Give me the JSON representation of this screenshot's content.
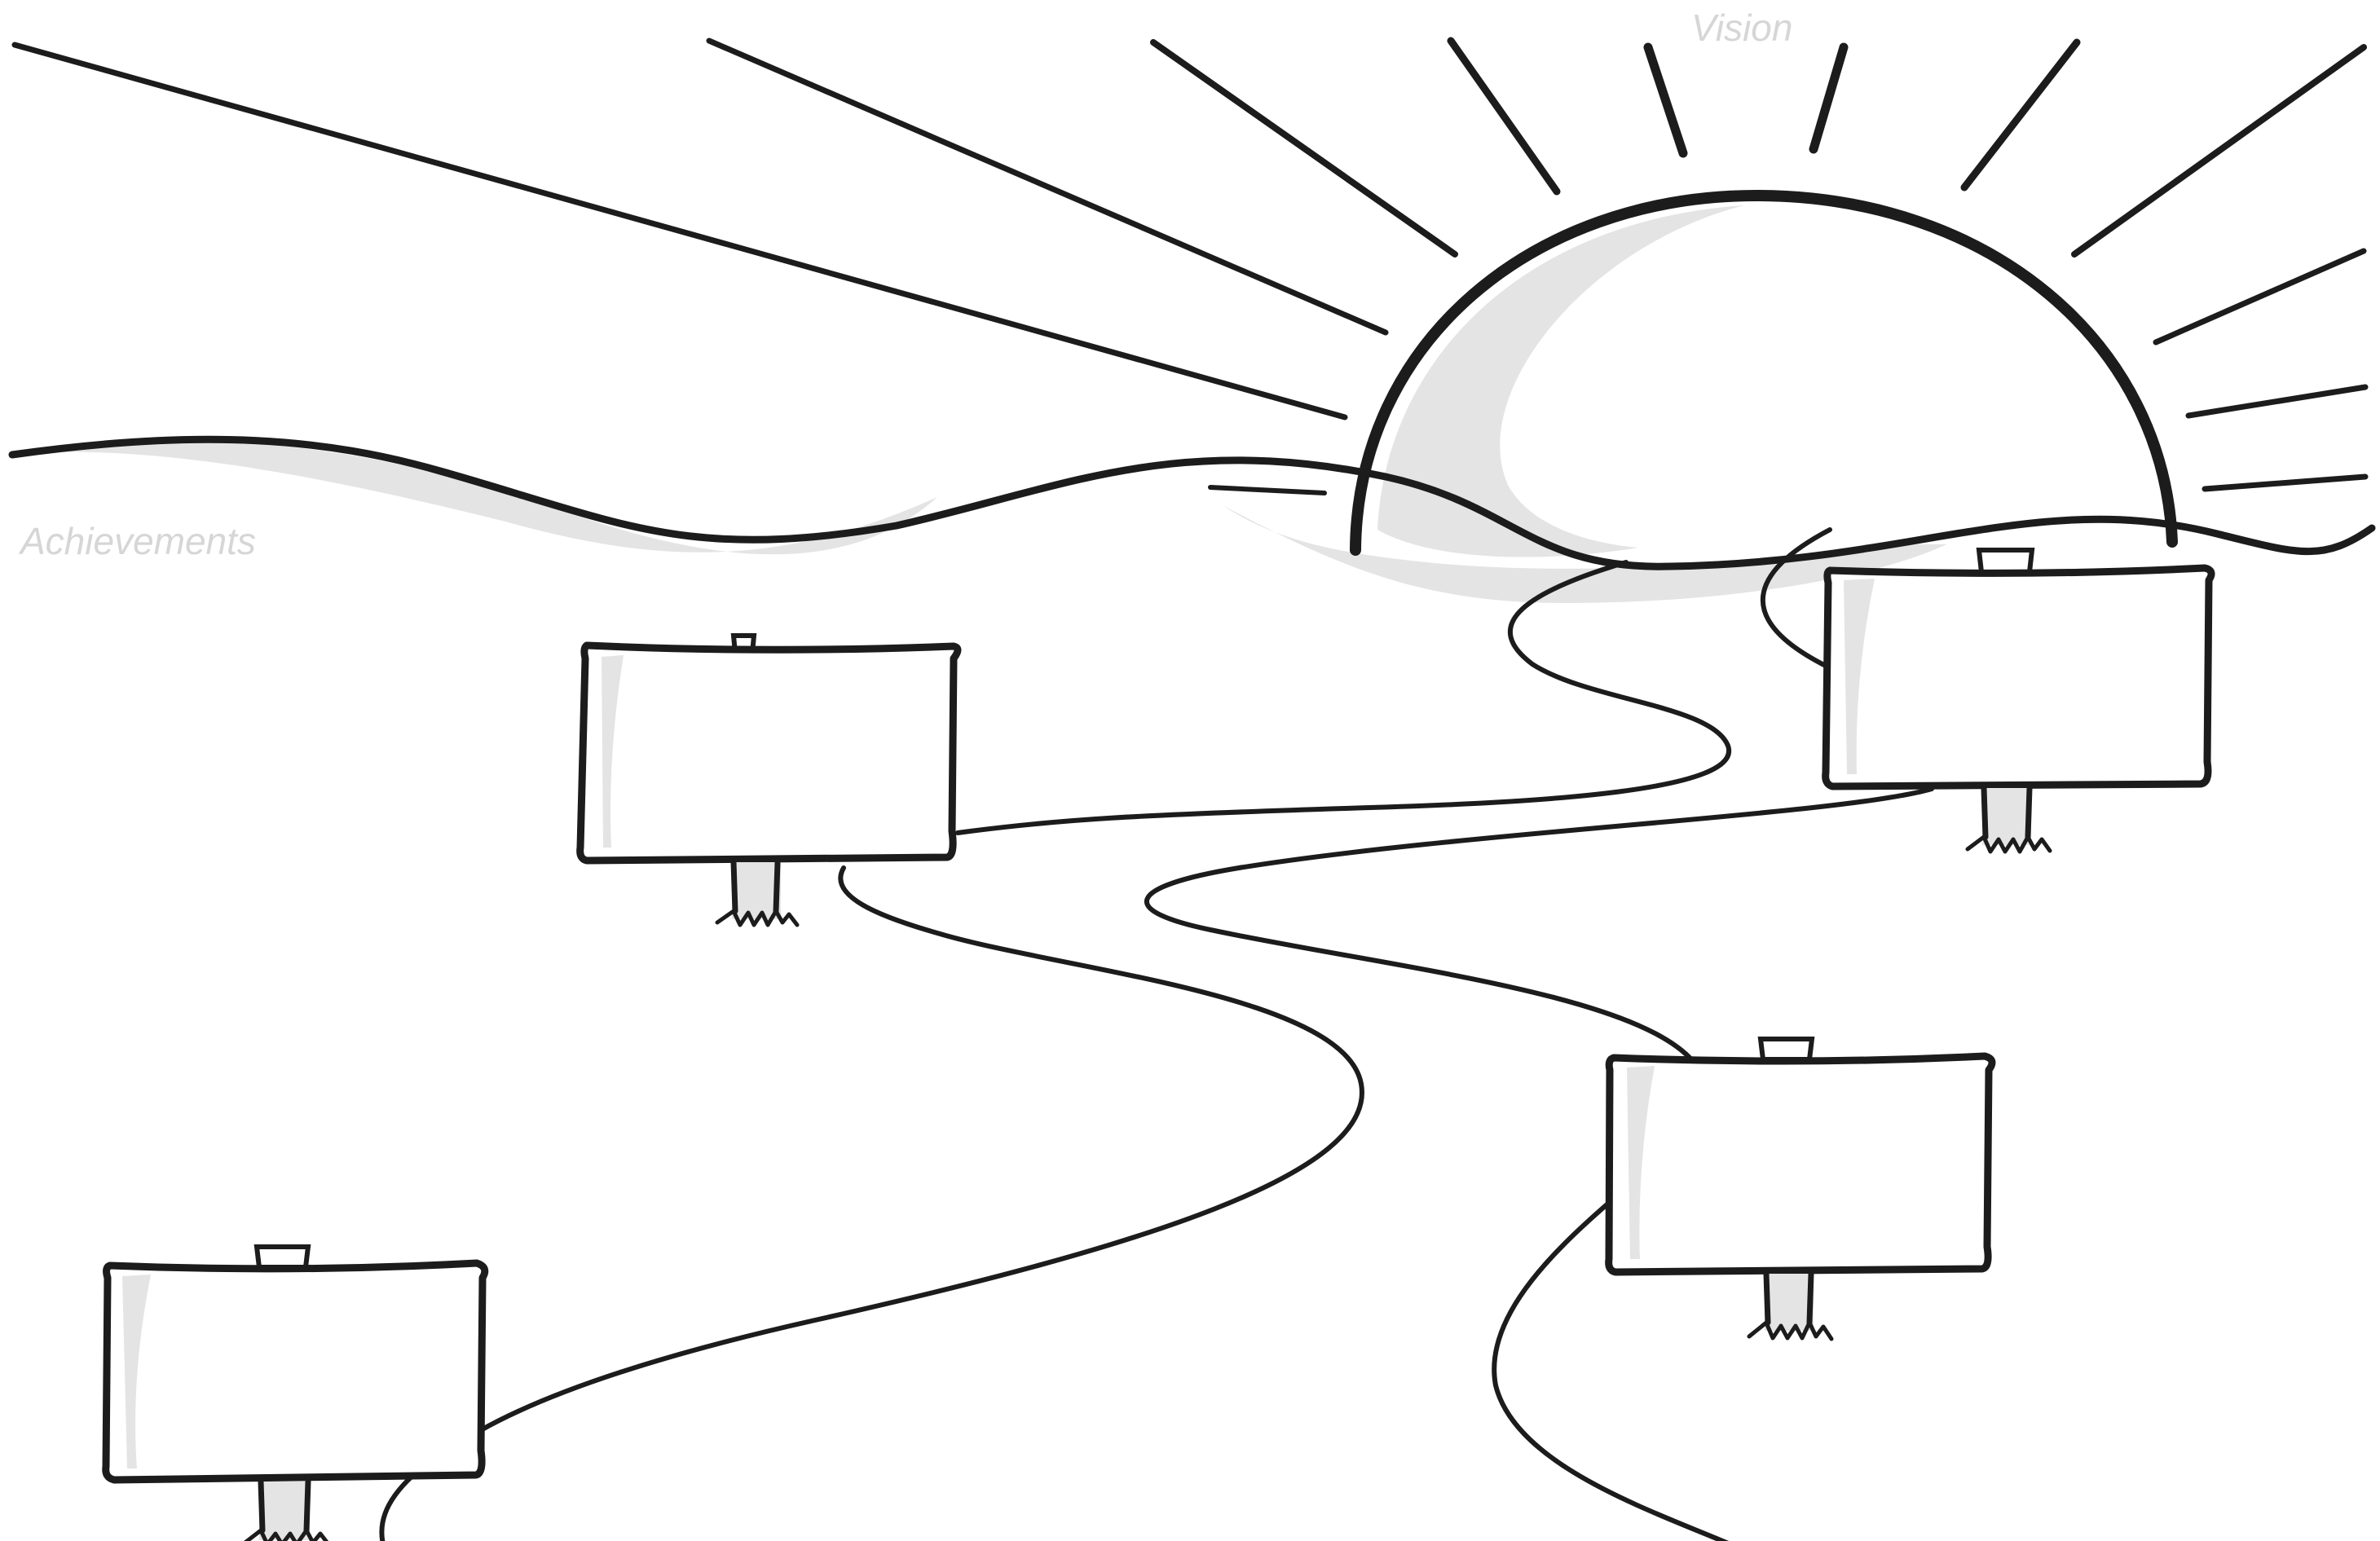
{
  "labels": {
    "vision": "Vision",
    "achievements": "Achievements"
  },
  "colors": {
    "ink": "#1c1c1c",
    "shade": "#e4e4e4",
    "label": "#d6d6d6",
    "background": "#ffffff"
  },
  "signs": [
    {
      "name": "sign-top-left",
      "text": ""
    },
    {
      "name": "sign-top-right",
      "text": ""
    },
    {
      "name": "sign-middle-right",
      "text": ""
    },
    {
      "name": "sign-bottom-left",
      "text": ""
    }
  ]
}
